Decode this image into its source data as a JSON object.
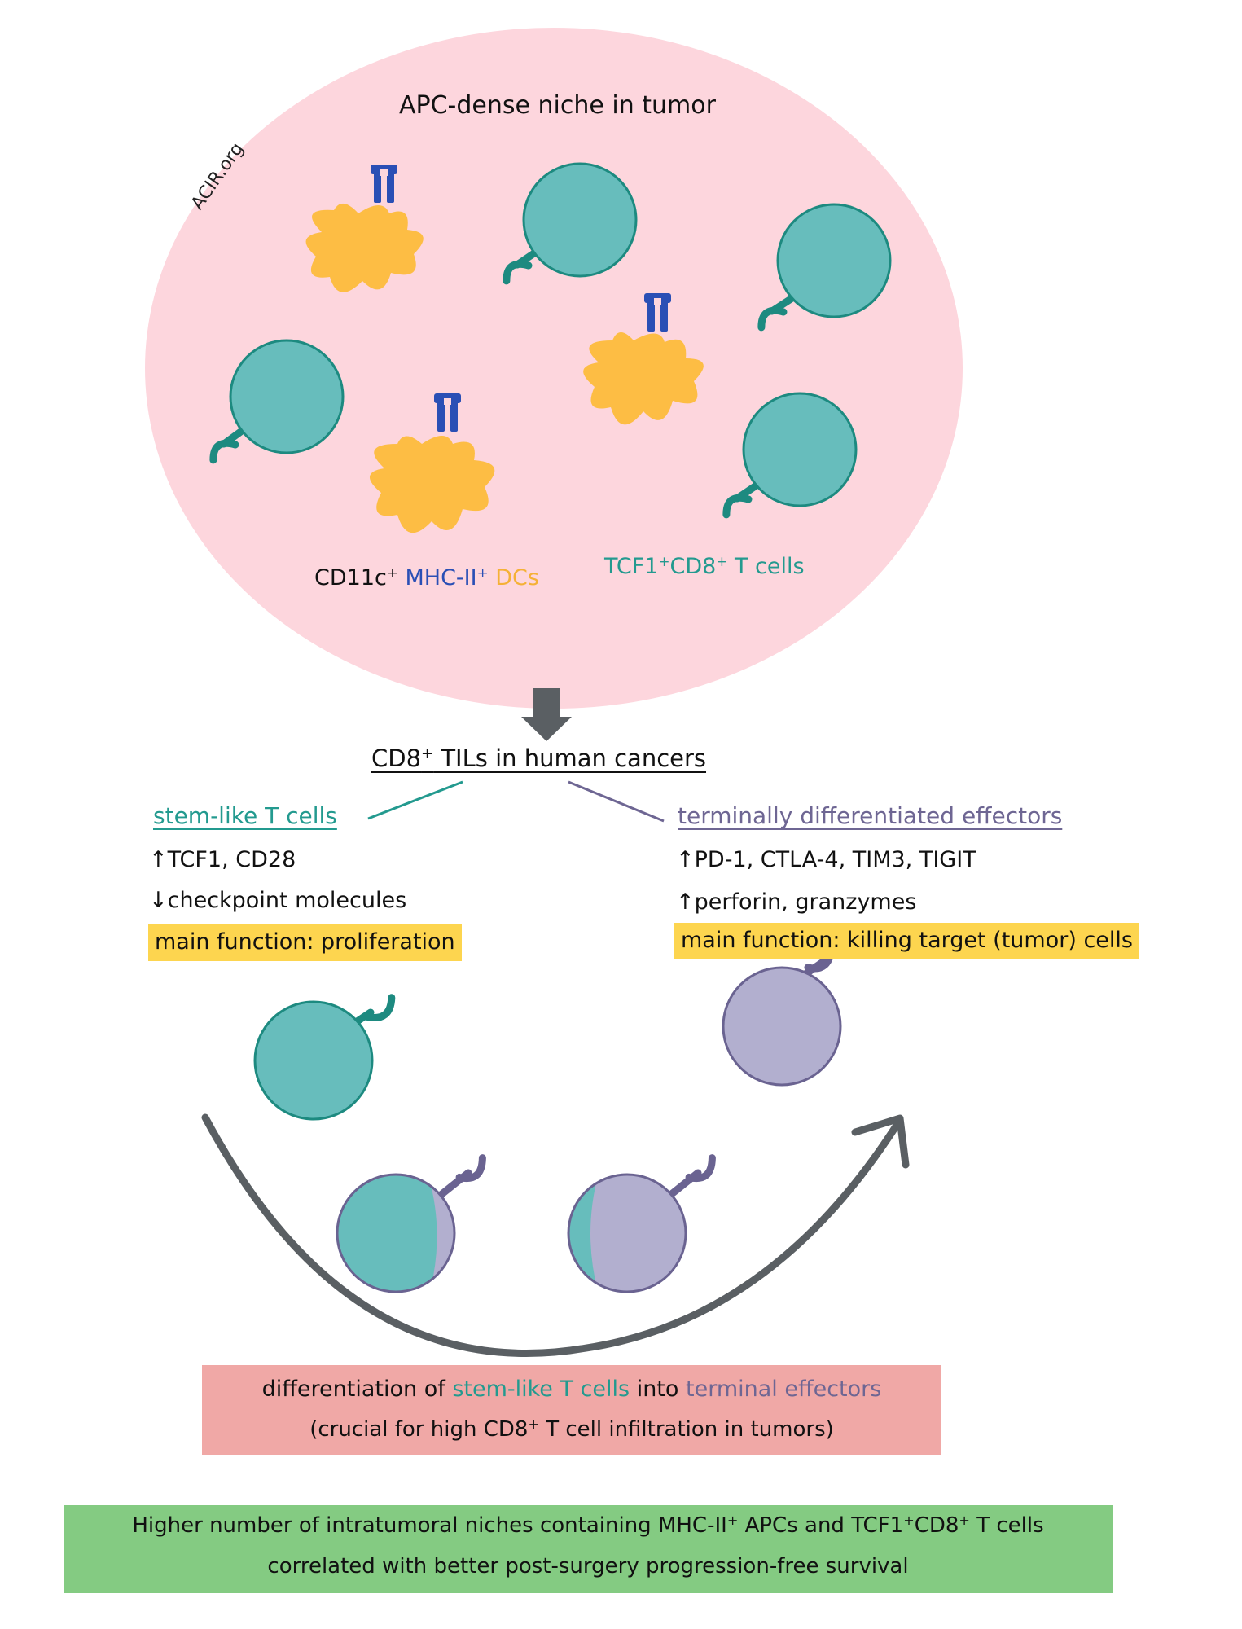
{
  "niche": {
    "title": "APC-dense niche in tumor",
    "watermark": "ACIR.org",
    "dc_label": {
      "part1": "CD11c",
      "sup1": "+",
      "part2": "MHC-II",
      "sup2": "+",
      "part3": "DCs"
    },
    "tcell_label": {
      "part1": "TCF1",
      "sup1": "+",
      "part2": "CD8",
      "sup2": "+",
      "part3": "T cells"
    }
  },
  "tils": {
    "title_main": "CD8",
    "title_sup": "+",
    "title_rest": "TILs in human cancers"
  },
  "stem": {
    "heading": "stem-like T cells",
    "line1": "↑TCF1, CD28",
    "line2": "↓checkpoint molecules",
    "function": "main function: proliferation"
  },
  "effector": {
    "heading": "terminally differentiated effectors",
    "line1": "↑PD-1, CTLA-4, TIM3, TIGIT",
    "line2": "↑perforin, granzymes",
    "function": "main function: killing target (tumor) cells"
  },
  "differentiation": {
    "line1_a": "differentiation of",
    "line1_b": "stem-like T cells",
    "line1_c": "into",
    "line1_d": "terminal effectors",
    "line2_a": "(crucial for high CD8",
    "line2_sup": "+",
    "line2_b": "T cell infiltration in tumors)"
  },
  "conclusion": {
    "line1_a": "Higher number of intratumoral niches containing MHC-II",
    "line1_sup1": "+",
    "line1_b": "APCs and TCF1",
    "line1_sup2": "+",
    "line1_c": "CD8",
    "line1_sup3": "+",
    "line1_d": "T cells",
    "line2": "correlated with better post-surgery progression-free survival"
  },
  "colors": {
    "niche_bg": "#fdd6dd",
    "teal": "#67bdbc",
    "teal_dark": "#1d8a80",
    "purple": "#b2afcf",
    "purple_dark": "#6a6391",
    "dc_orange": "#fdbd44",
    "mhc_blue": "#2a4fb5",
    "arrow_gray": "#5a5f63",
    "highlight_yellow": "#fdd54f",
    "diff_box_pink": "#f0a8a6",
    "conclusion_green": "#84cb82"
  }
}
